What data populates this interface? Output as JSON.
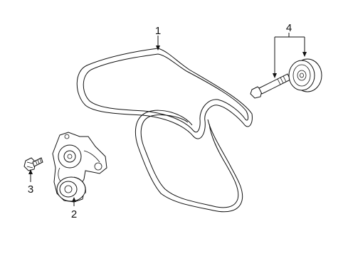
{
  "diagram": {
    "callouts": {
      "serpentine_belt": "1",
      "belt_tensioner": "2",
      "tensioner_bolt": "3",
      "idler_pulley_assembly": "4"
    }
  },
  "colors": {
    "line": "#111111",
    "background": "#ffffff"
  }
}
